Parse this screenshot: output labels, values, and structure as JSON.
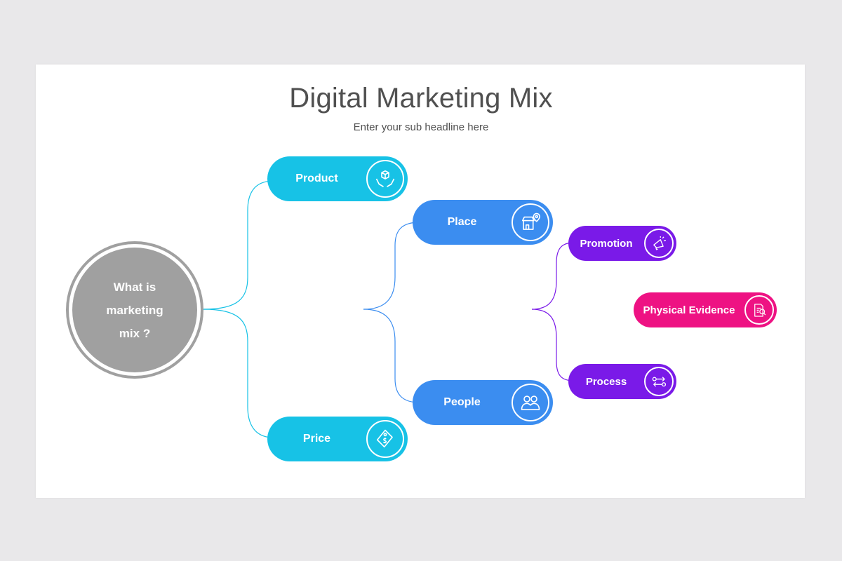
{
  "title": "Digital Marketing Mix",
  "subtitle": "Enter your sub headline here",
  "center": {
    "lines": [
      "What is",
      "marketing",
      "mix ?"
    ],
    "color": "#a0a0a0"
  },
  "nodes": {
    "product": {
      "label": "Product",
      "icon": "hands-box-icon",
      "color": "#17c2e6"
    },
    "place": {
      "label": "Place",
      "icon": "store-location-icon",
      "color": "#3b8df0"
    },
    "promotion": {
      "label": "Promotion",
      "icon": "megaphone-icon",
      "color": "#7a1ae8"
    },
    "physical_evidence": {
      "label": "Physical Evidence",
      "icon": "document-search-icon",
      "color": "#ee1283"
    },
    "process": {
      "label": "Process",
      "icon": "process-flow-icon",
      "color": "#7a1ae8"
    },
    "people": {
      "label": "People",
      "icon": "people-icon",
      "color": "#3b8df0"
    },
    "price": {
      "label": "Price",
      "icon": "price-tag-icon",
      "color": "#17c2e6"
    }
  }
}
